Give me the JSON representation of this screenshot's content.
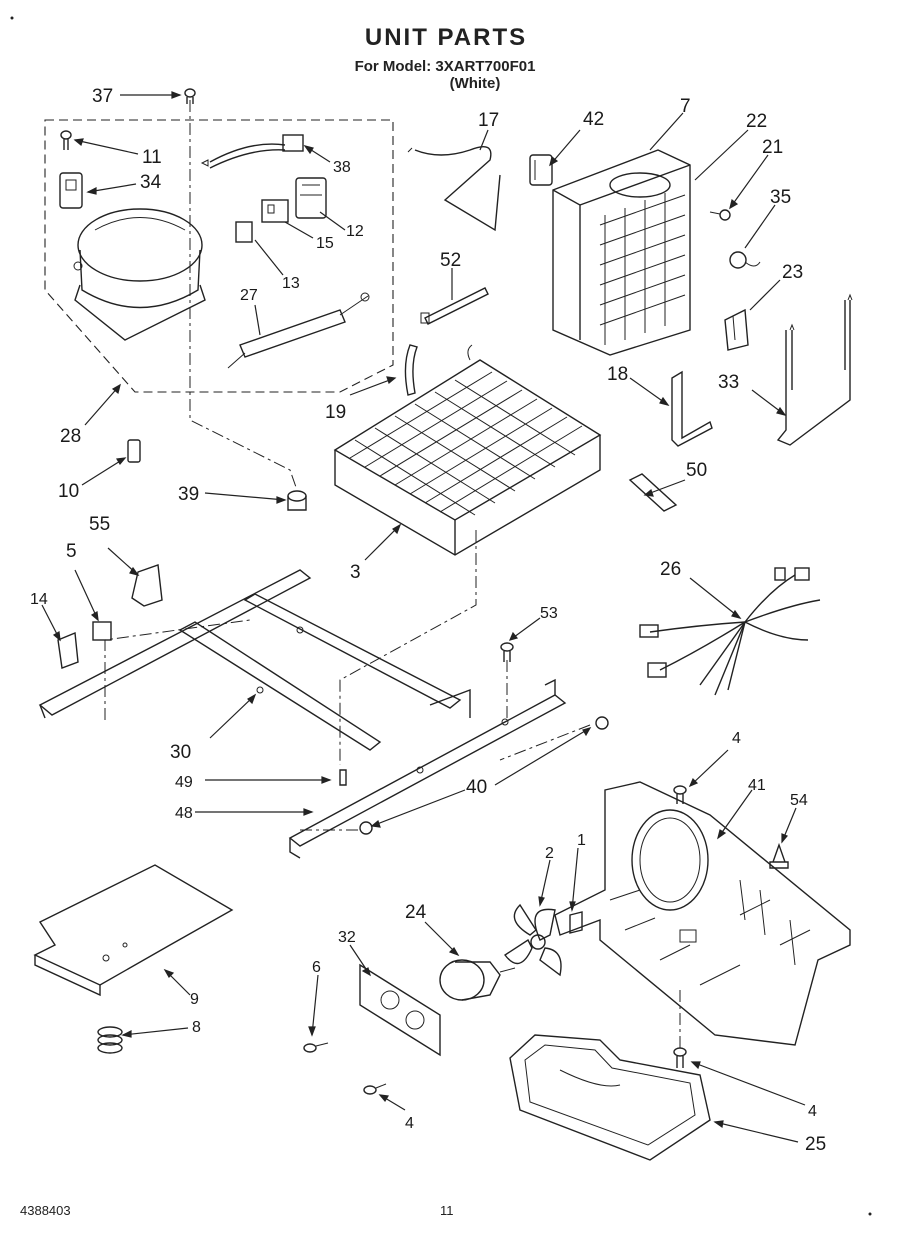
{
  "title": "UNIT PARTS",
  "model_line": "For Model: 3XART700F01",
  "color_line": "(White)",
  "footer": {
    "doc_number": "4388403",
    "page_number": "11"
  },
  "callouts": {
    "c1": "1",
    "c2": "2",
    "c3": "3",
    "c4a": "4",
    "c4b": "4",
    "c4c": "4",
    "c5": "5",
    "c6": "6",
    "c7": "7",
    "c8": "8",
    "c9": "9",
    "c10": "10",
    "c11": "11",
    "c12": "12",
    "c13": "13",
    "c14": "14",
    "c15": "15",
    "c17": "17",
    "c18": "18",
    "c19": "19",
    "c21": "21",
    "c22": "22",
    "c23": "23",
    "c24": "24",
    "c25": "25",
    "c26": "26",
    "c27": "27",
    "c28": "28",
    "c30": "30",
    "c32": "32",
    "c33": "33",
    "c34": "34",
    "c35": "35",
    "c37": "37",
    "c38": "38",
    "c39": "39",
    "c40": "40",
    "c41": "41",
    "c42": "42",
    "c48": "48",
    "c49": "49",
    "c50": "50",
    "c52": "52",
    "c53": "53",
    "c54": "54",
    "c55": "55"
  }
}
